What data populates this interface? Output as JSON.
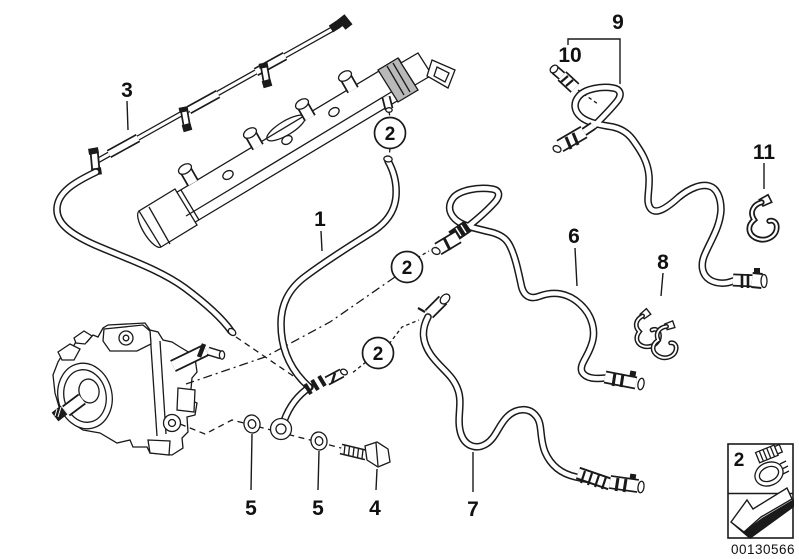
{
  "diagram": {
    "part_labels": {
      "l1": "1",
      "l3": "3",
      "l4": "4",
      "l5a": "5",
      "l5b": "5",
      "l6": "6",
      "l7": "7",
      "l8": "8",
      "l9": "9",
      "l10": "10",
      "l11": "11"
    },
    "circled_callouts": {
      "rail_connection": "2",
      "pump_connection": "2",
      "return_connection": "2"
    },
    "legend": {
      "number": "2",
      "icon": "hose-clamp-icon",
      "arrow_icon": "direction-arrow-icon"
    },
    "image_number": "00130566",
    "colors": {
      "line": "#1a1a1a",
      "background": "#ffffff"
    }
  }
}
